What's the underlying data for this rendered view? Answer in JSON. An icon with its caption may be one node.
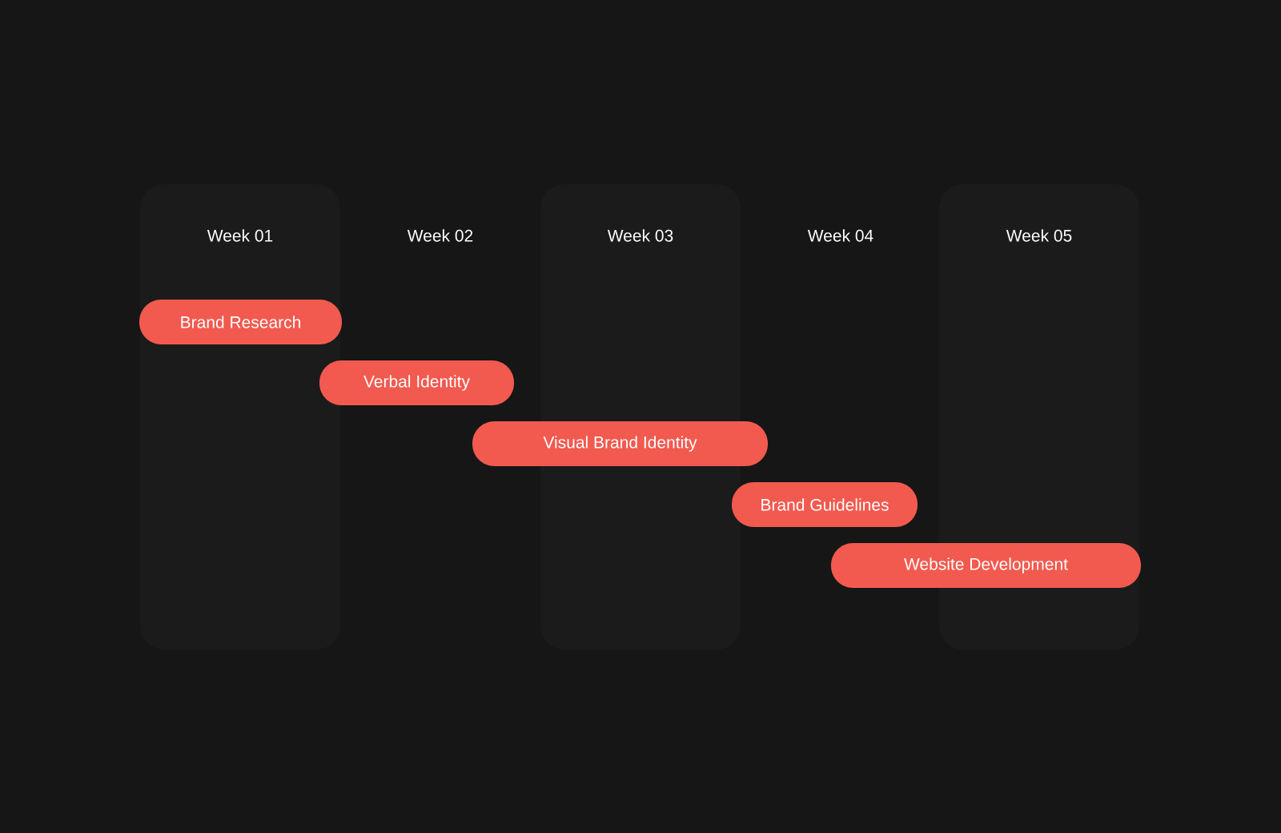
{
  "diagram": {
    "nodes": [
      {
        "text": [
          "Brand Research"
        ]
      },
      {
        "text": [
          "Verbal Identity"
        ]
      },
      {
        "text": [
          "Visual Brand Identity"
        ]
      },
      {
        "text": [
          "Brand Guidelines"
        ]
      },
      {
        "text": [
          "Website Development"
        ]
      }
    ],
    "labels": [
      "Week 01",
      "Week 02",
      "Week 03",
      "Week 04",
      "Week 05"
    ]
  }
}
